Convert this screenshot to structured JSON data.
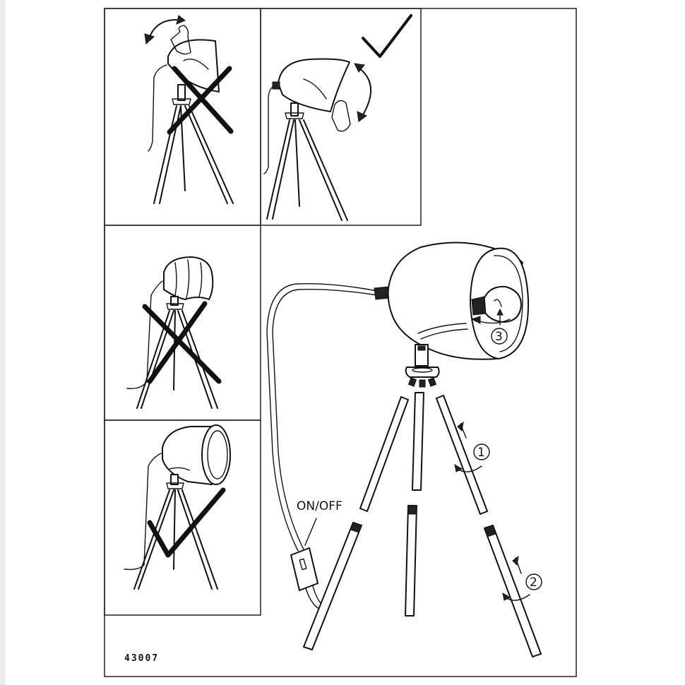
{
  "document": {
    "code": "43007",
    "switch_label": "ON/OFF",
    "steps": [
      "1",
      "2",
      "3"
    ]
  }
}
